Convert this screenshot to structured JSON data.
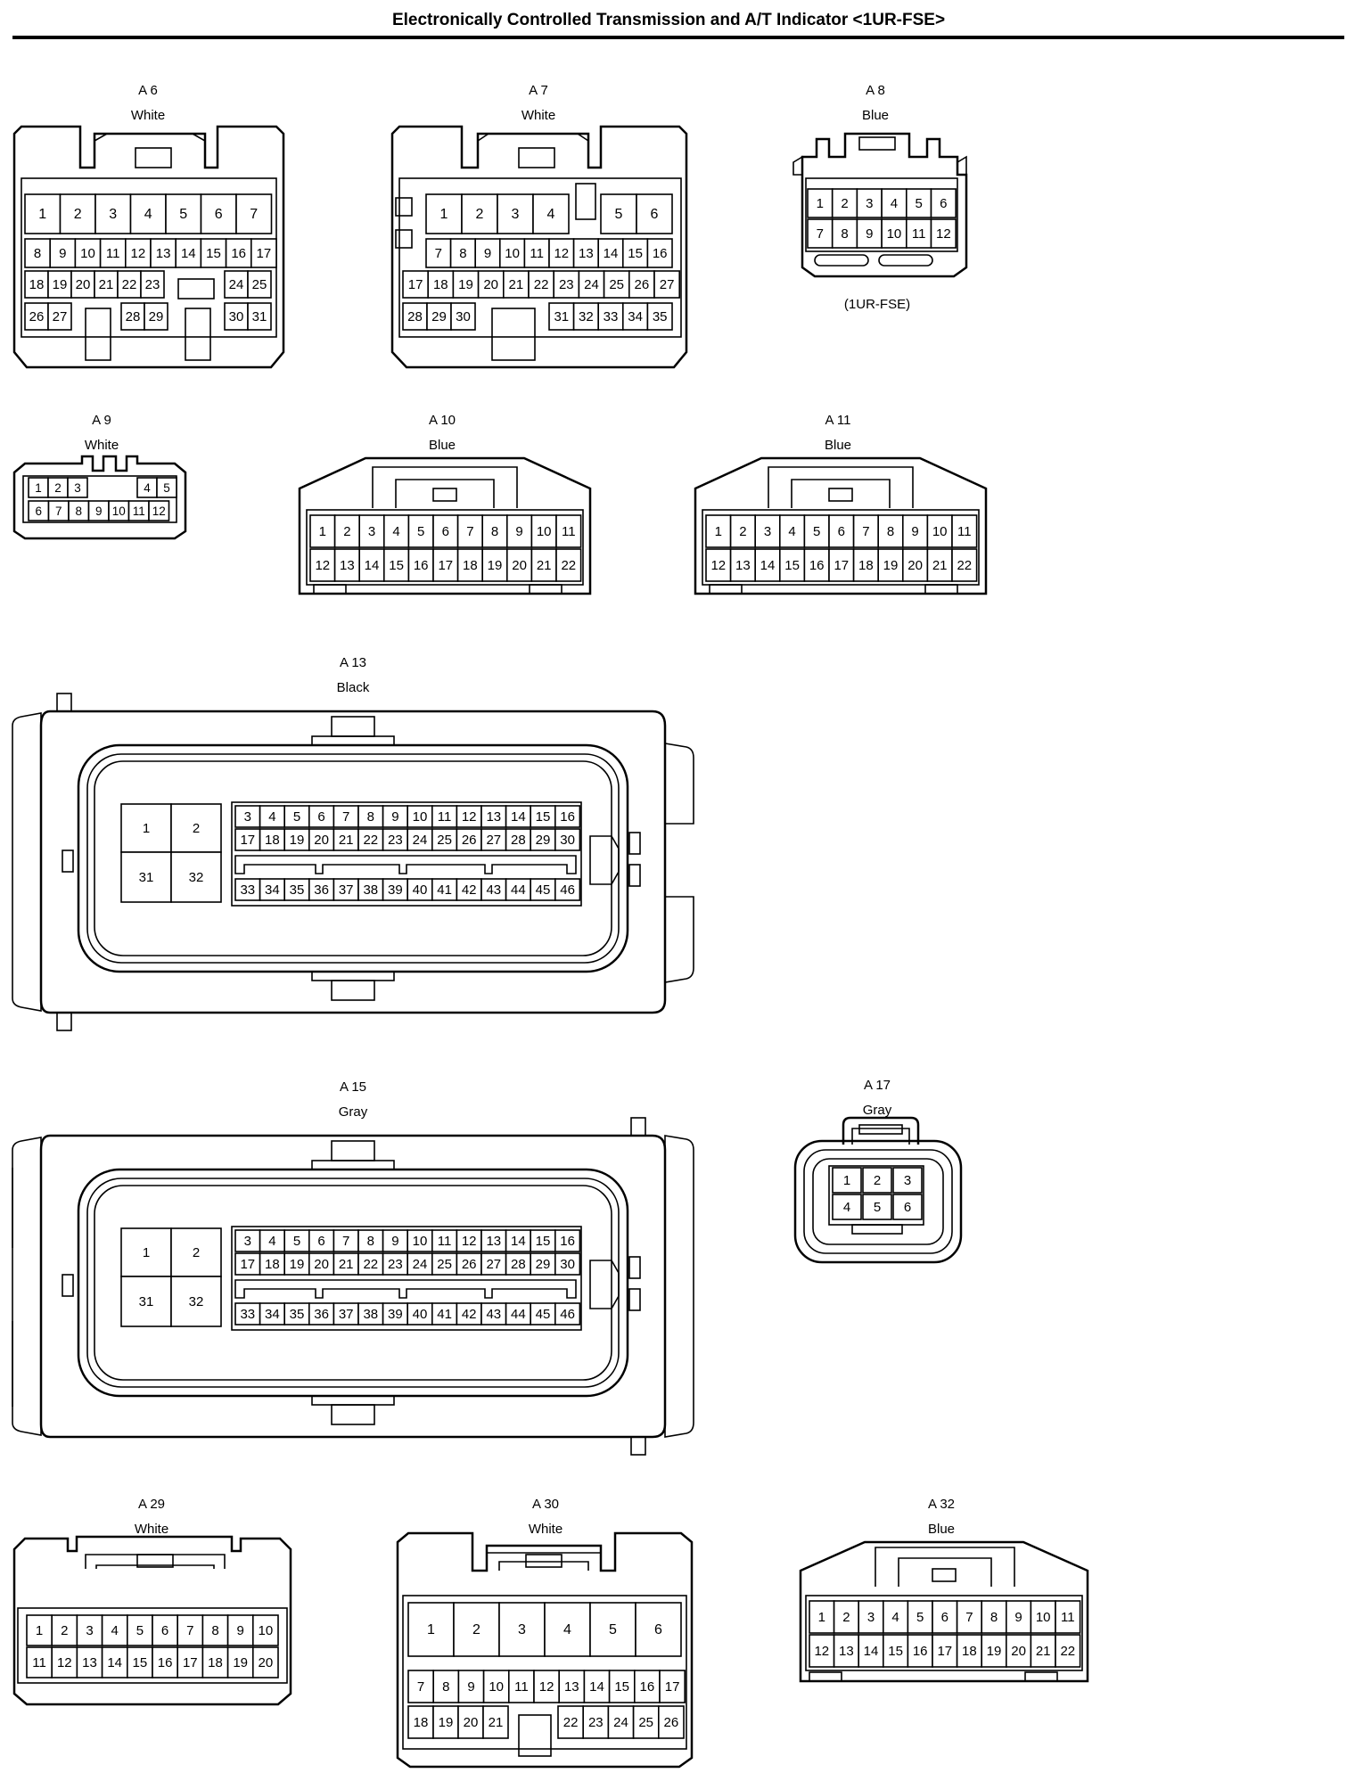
{
  "title": "Electronically Controlled Transmission and A/T Indicator <1UR-FSE>",
  "connectors": [
    {
      "id": "A 6",
      "color": "White",
      "note": "",
      "pins": [
        "1",
        "2",
        "3",
        "4",
        "5",
        "6",
        "7",
        "8",
        "9",
        "10",
        "11",
        "12",
        "13",
        "14",
        "15",
        "16",
        "17",
        "18",
        "19",
        "20",
        "21",
        "22",
        "23",
        "24",
        "25",
        "26",
        "27",
        "28",
        "29",
        "30",
        "31"
      ]
    },
    {
      "id": "A 7",
      "color": "White",
      "note": "",
      "pins": [
        "1",
        "2",
        "3",
        "4",
        "5",
        "6",
        "7",
        "8",
        "9",
        "10",
        "11",
        "12",
        "13",
        "14",
        "15",
        "16",
        "17",
        "18",
        "19",
        "20",
        "21",
        "22",
        "23",
        "24",
        "25",
        "26",
        "27",
        "28",
        "29",
        "30",
        "31",
        "32",
        "33",
        "34",
        "35"
      ]
    },
    {
      "id": "A 8",
      "color": "Blue",
      "note": "(1UR-FSE)",
      "pins": [
        "1",
        "2",
        "3",
        "4",
        "5",
        "6",
        "7",
        "8",
        "9",
        "10",
        "11",
        "12"
      ]
    },
    {
      "id": "A 9",
      "color": "White",
      "note": "",
      "pins": [
        "1",
        "2",
        "3",
        "4",
        "5",
        "6",
        "7",
        "8",
        "9",
        "10",
        "11",
        "12"
      ]
    },
    {
      "id": "A 10",
      "color": "Blue",
      "note": "",
      "pins": [
        "1",
        "2",
        "3",
        "4",
        "5",
        "6",
        "7",
        "8",
        "9",
        "10",
        "11",
        "12",
        "13",
        "14",
        "15",
        "16",
        "17",
        "18",
        "19",
        "20",
        "21",
        "22"
      ]
    },
    {
      "id": "A 11",
      "color": "Blue",
      "note": "",
      "pins": [
        "1",
        "2",
        "3",
        "4",
        "5",
        "6",
        "7",
        "8",
        "9",
        "10",
        "11",
        "12",
        "13",
        "14",
        "15",
        "16",
        "17",
        "18",
        "19",
        "20",
        "21",
        "22"
      ]
    },
    {
      "id": "A 13",
      "color": "Black",
      "note": "",
      "pins": [
        "1",
        "2",
        "3",
        "4",
        "5",
        "6",
        "7",
        "8",
        "9",
        "10",
        "11",
        "12",
        "13",
        "14",
        "15",
        "16",
        "17",
        "18",
        "19",
        "20",
        "21",
        "22",
        "23",
        "24",
        "25",
        "26",
        "27",
        "28",
        "29",
        "30",
        "31",
        "32",
        "33",
        "34",
        "35",
        "36",
        "37",
        "38",
        "39",
        "40",
        "41",
        "42",
        "43",
        "44",
        "45",
        "46"
      ]
    },
    {
      "id": "A 15",
      "color": "Gray",
      "note": "",
      "pins": [
        "1",
        "2",
        "3",
        "4",
        "5",
        "6",
        "7",
        "8",
        "9",
        "10",
        "11",
        "12",
        "13",
        "14",
        "15",
        "16",
        "17",
        "18",
        "19",
        "20",
        "21",
        "22",
        "23",
        "24",
        "25",
        "26",
        "27",
        "28",
        "29",
        "30",
        "31",
        "32",
        "33",
        "34",
        "35",
        "36",
        "37",
        "38",
        "39",
        "40",
        "41",
        "42",
        "43",
        "44",
        "45",
        "46"
      ]
    },
    {
      "id": "A 17",
      "color": "Gray",
      "note": "",
      "pins": [
        "1",
        "2",
        "3",
        "4",
        "5",
        "6"
      ]
    },
    {
      "id": "A 29",
      "color": "White",
      "note": "",
      "pins": [
        "1",
        "2",
        "3",
        "4",
        "5",
        "6",
        "7",
        "8",
        "9",
        "10",
        "11",
        "12",
        "13",
        "14",
        "15",
        "16",
        "17",
        "18",
        "19",
        "20"
      ]
    },
    {
      "id": "A 30",
      "color": "White",
      "note": "",
      "pins": [
        "1",
        "2",
        "3",
        "4",
        "5",
        "6",
        "7",
        "8",
        "9",
        "10",
        "11",
        "12",
        "13",
        "14",
        "15",
        "16",
        "17",
        "18",
        "19",
        "20",
        "21",
        "22",
        "23",
        "24",
        "25",
        "26"
      ]
    },
    {
      "id": "A 32",
      "color": "Blue",
      "note": "",
      "pins": [
        "1",
        "2",
        "3",
        "4",
        "5",
        "6",
        "7",
        "8",
        "9",
        "10",
        "11",
        "12",
        "13",
        "14",
        "15",
        "16",
        "17",
        "18",
        "19",
        "20",
        "21",
        "22"
      ]
    }
  ]
}
